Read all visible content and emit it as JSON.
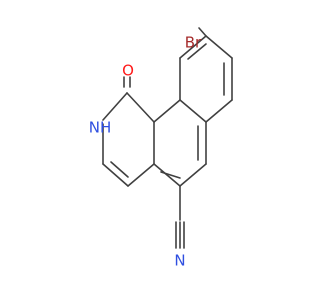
{
  "molecule": {
    "atoms": {
      "br": {
        "label": "Br",
        "color": "#a52a2a"
      },
      "o": {
        "label": "O",
        "color": "#ff1a1a"
      },
      "nh": {
        "label": "NH",
        "color": "#2f4fe0"
      },
      "n_nitrile": {
        "label": "N",
        "color": "#2f4fe0"
      }
    },
    "bond_color": "#404040"
  }
}
